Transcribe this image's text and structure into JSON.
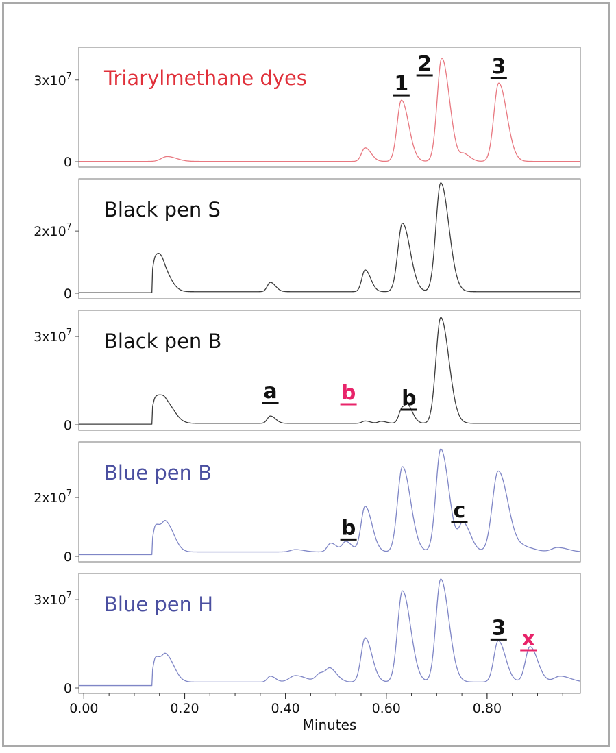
{
  "chart_data": {
    "type": "line",
    "xlabel": "Minutes",
    "xlim": [
      -0.01,
      0.985
    ],
    "x_ticks": [
      "0.00",
      "0.20",
      "0.40",
      "0.60",
      "0.80"
    ],
    "x_tick_values": [
      0.0,
      0.2,
      0.4,
      0.6,
      0.8
    ],
    "colors": {
      "triarylmethane": "#e87880",
      "black": "#3c3c3c",
      "blue": "#7f86c6",
      "title_red": "#e0303a",
      "title_black": "#111111",
      "title_blue": "#4a4fa0",
      "highlight": "#e8246a",
      "label_black": "#111111"
    },
    "panels": [
      {
        "title": "Triarylmethane dyes",
        "title_color": "#e0303a",
        "trace_color": "#e87880",
        "ylim": [
          0,
          40000000
        ],
        "y_ticks": [
          {
            "value": 0,
            "label": "0"
          },
          {
            "value": 30000000,
            "label": "3x10",
            "exp": "7"
          }
        ],
        "baseline": 100000,
        "onset": null,
        "peaks": [
          [
            0.165,
            1800000,
            0.011
          ],
          [
            0.558,
            5000000,
            0.007
          ],
          [
            0.63,
            22500000,
            0.0085
          ],
          [
            0.71,
            38000000,
            0.009
          ],
          [
            0.755,
            2500000,
            0.007
          ],
          [
            0.823,
            28800000,
            0.0095
          ]
        ],
        "labels": [
          {
            "text": "1",
            "x": 0.63,
            "color": "#111111"
          },
          {
            "text": "2",
            "x": 0.676,
            "color": "#111111"
          },
          {
            "text": "3",
            "x": 0.823,
            "color": "#111111"
          }
        ]
      },
      {
        "title": "Black pen S",
        "title_color": "#111111",
        "trace_color": "#3c3c3c",
        "ylim": [
          0,
          35000000
        ],
        "y_ticks": [
          {
            "value": 0,
            "label": "0"
          },
          {
            "value": 20000000,
            "label": "2x10",
            "exp": "7"
          }
        ],
        "baseline": 200000,
        "onset": 0.135,
        "peaks": [
          [
            0.142,
            10500000,
            0.0065
          ],
          [
            0.158,
            6500000,
            0.009
          ],
          [
            0.37,
            3000000,
            0.006
          ],
          [
            0.558,
            7000000,
            0.0065
          ],
          [
            0.632,
            22000000,
            0.009
          ],
          [
            0.708,
            35000000,
            0.0095
          ]
        ],
        "labels": []
      },
      {
        "title": "Black pen B",
        "title_color": "#111111",
        "trace_color": "#3c3c3c",
        "ylim": [
          0,
          37000000
        ],
        "y_ticks": [
          {
            "value": 0,
            "label": "0"
          },
          {
            "value": 30000000,
            "label": "3x10",
            "exp": "7"
          }
        ],
        "baseline": 200000,
        "onset": 0.135,
        "peaks": [
          [
            0.142,
            8300000,
            0.0065
          ],
          [
            0.162,
            7200000,
            0.01
          ],
          [
            0.37,
            2500000,
            0.006
          ],
          [
            0.558,
            800000,
            0.006
          ],
          [
            0.59,
            700000,
            0.006
          ],
          [
            0.632,
            5300000,
            0.0065
          ],
          [
            0.645,
            3500000,
            0.006
          ],
          [
            0.708,
            36000000,
            0.0095
          ]
        ],
        "labels": [
          {
            "text": "a",
            "x": 0.37,
            "color": "#111111"
          },
          {
            "text": "b",
            "x": 0.525,
            "color": "#e8246a"
          },
          {
            "text": "b",
            "x": 0.645,
            "color": "#111111"
          }
        ]
      },
      {
        "title": "Blue pen B",
        "title_color": "#4a4fa0",
        "trace_color": "#7f86c6",
        "ylim": [
          0,
          37000000
        ],
        "y_ticks": [
          {
            "value": 0,
            "label": "0"
          },
          {
            "value": 20000000,
            "label": "2x10",
            "exp": "7"
          }
        ],
        "baseline": 600000,
        "onset": 0.135,
        "peaks": [
          [
            0.142,
            9200000,
            0.0055
          ],
          [
            0.163,
            10200000,
            0.009
          ],
          [
            0.42,
            800000,
            0.01
          ],
          [
            0.49,
            3000000,
            0.007
          ],
          [
            0.52,
            3500000,
            0.007
          ],
          [
            0.558,
            15500000,
            0.008
          ],
          [
            0.632,
            29000000,
            0.0095
          ],
          [
            0.708,
            35000000,
            0.0095
          ],
          [
            0.753,
            9500000,
            0.0085
          ],
          [
            0.822,
            27500000,
            0.0115
          ],
          [
            0.875,
            1500000,
            0.012
          ],
          [
            0.94,
            1500000,
            0.012
          ]
        ],
        "labels": [
          {
            "text": "b",
            "x": 0.525,
            "color": "#111111"
          },
          {
            "text": "c",
            "x": 0.745,
            "color": "#111111"
          }
        ]
      },
      {
        "title": "Blue pen H",
        "title_color": "#4a4fa0",
        "trace_color": "#7f86c6",
        "ylim": [
          0,
          37000000
        ],
        "y_ticks": [
          {
            "value": 0,
            "label": "0"
          },
          {
            "value": 30000000,
            "label": "3x10",
            "exp": "7"
          }
        ],
        "baseline": 800000,
        "onset": 0.135,
        "peaks": [
          [
            0.142,
            8800000,
            0.0055
          ],
          [
            0.163,
            9500000,
            0.009
          ],
          [
            0.37,
            2000000,
            0.006
          ],
          [
            0.42,
            2200000,
            0.012
          ],
          [
            0.47,
            3000000,
            0.009
          ],
          [
            0.49,
            3500000,
            0.008
          ],
          [
            0.558,
            15000000,
            0.008
          ],
          [
            0.632,
            31000000,
            0.0095
          ],
          [
            0.708,
            35000000,
            0.0095
          ],
          [
            0.822,
            14000000,
            0.0085
          ],
          [
            0.885,
            12000000,
            0.009
          ],
          [
            0.945,
            2000000,
            0.012
          ]
        ],
        "labels": [
          {
            "text": "3",
            "x": 0.823,
            "color": "#111111"
          },
          {
            "text": "x",
            "x": 0.882,
            "color": "#e8246a"
          }
        ]
      }
    ]
  }
}
